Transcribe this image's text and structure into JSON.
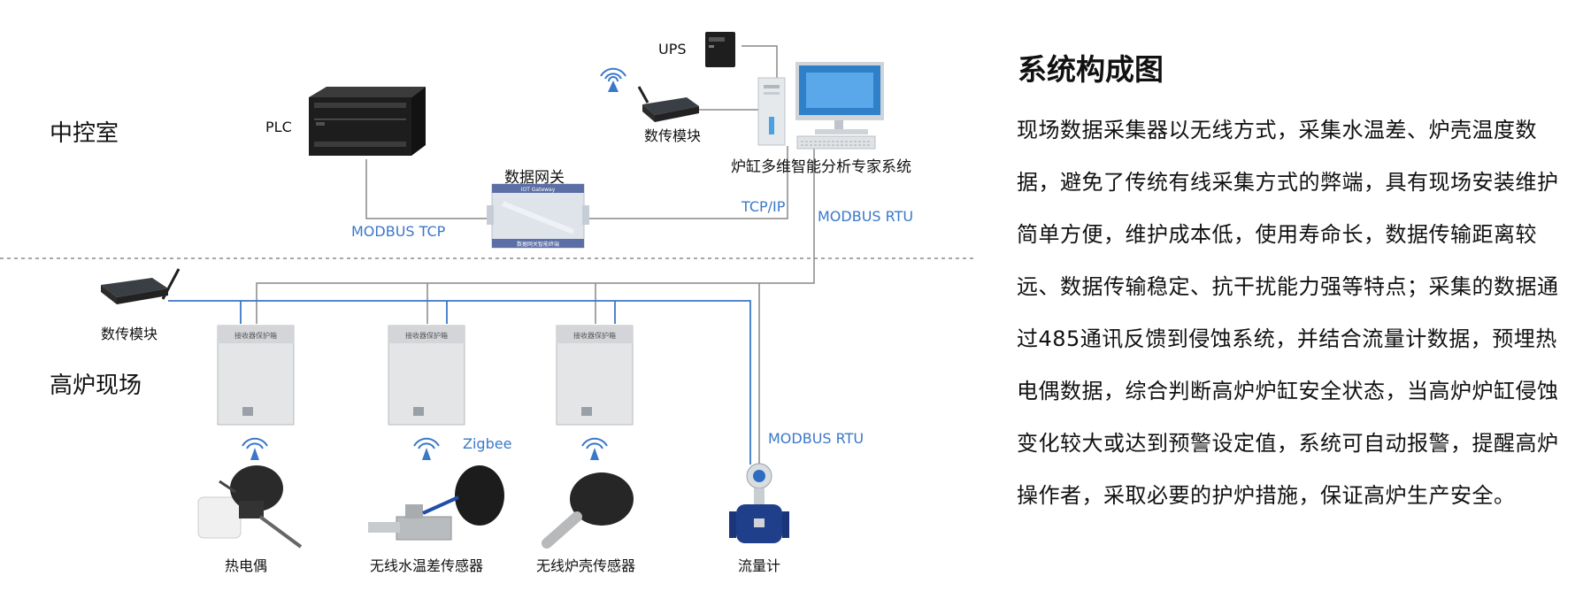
{
  "zones": {
    "control_room": "中控室",
    "furnace_site": "高炉现场"
  },
  "devices": {
    "ups": "UPS",
    "plc": "PLC",
    "radio_top": "数传模块",
    "expert_system": "炉缸多维智能分析专家系统",
    "gateway": "数据网关",
    "gateway_plate": "IOT Gateway",
    "gateway_foot": "数据网关智能终端",
    "radio_field": "数传模块",
    "receiver_plate": "接收器保护箱",
    "thermocouple": "热电偶",
    "water_sensor": "无线水温差传感器",
    "shell_sensor": "无线炉壳传感器",
    "flowmeter": "流量计"
  },
  "protocols": {
    "modbus_tcp": "MODBUS TCP",
    "tcp_ip": "TCP/IP",
    "modbus_rtu_top": "MODBUS RTU",
    "modbus_rtu_field": "MODBUS RTU",
    "zigbee": "Zigbee"
  },
  "colors": {
    "link_blue": "#3a78c9",
    "link_gray": "#888888",
    "accent_text": "#3a78c9"
  },
  "panel": {
    "title": "系统构成图",
    "body": "现场数据采集器以无线方式，采集水温差、炉壳温度数据，避免了传统有线采集方式的弊端，具有现场安装维护简单方便，维护成本低，使用寿命长，数据传输距离较远、数据传输稳定、抗干扰能力强等特点；采集的数据通过485通讯反馈到侵蚀系统，并结合流量计数据，预埋热电偶数据，综合判断高炉炉缸安全状态，当高炉炉缸侵蚀变化较大或达到预警设定值，系统可自动报警，提醒高炉操作者，采取必要的护炉措施，保证高炉生产安全。"
  }
}
